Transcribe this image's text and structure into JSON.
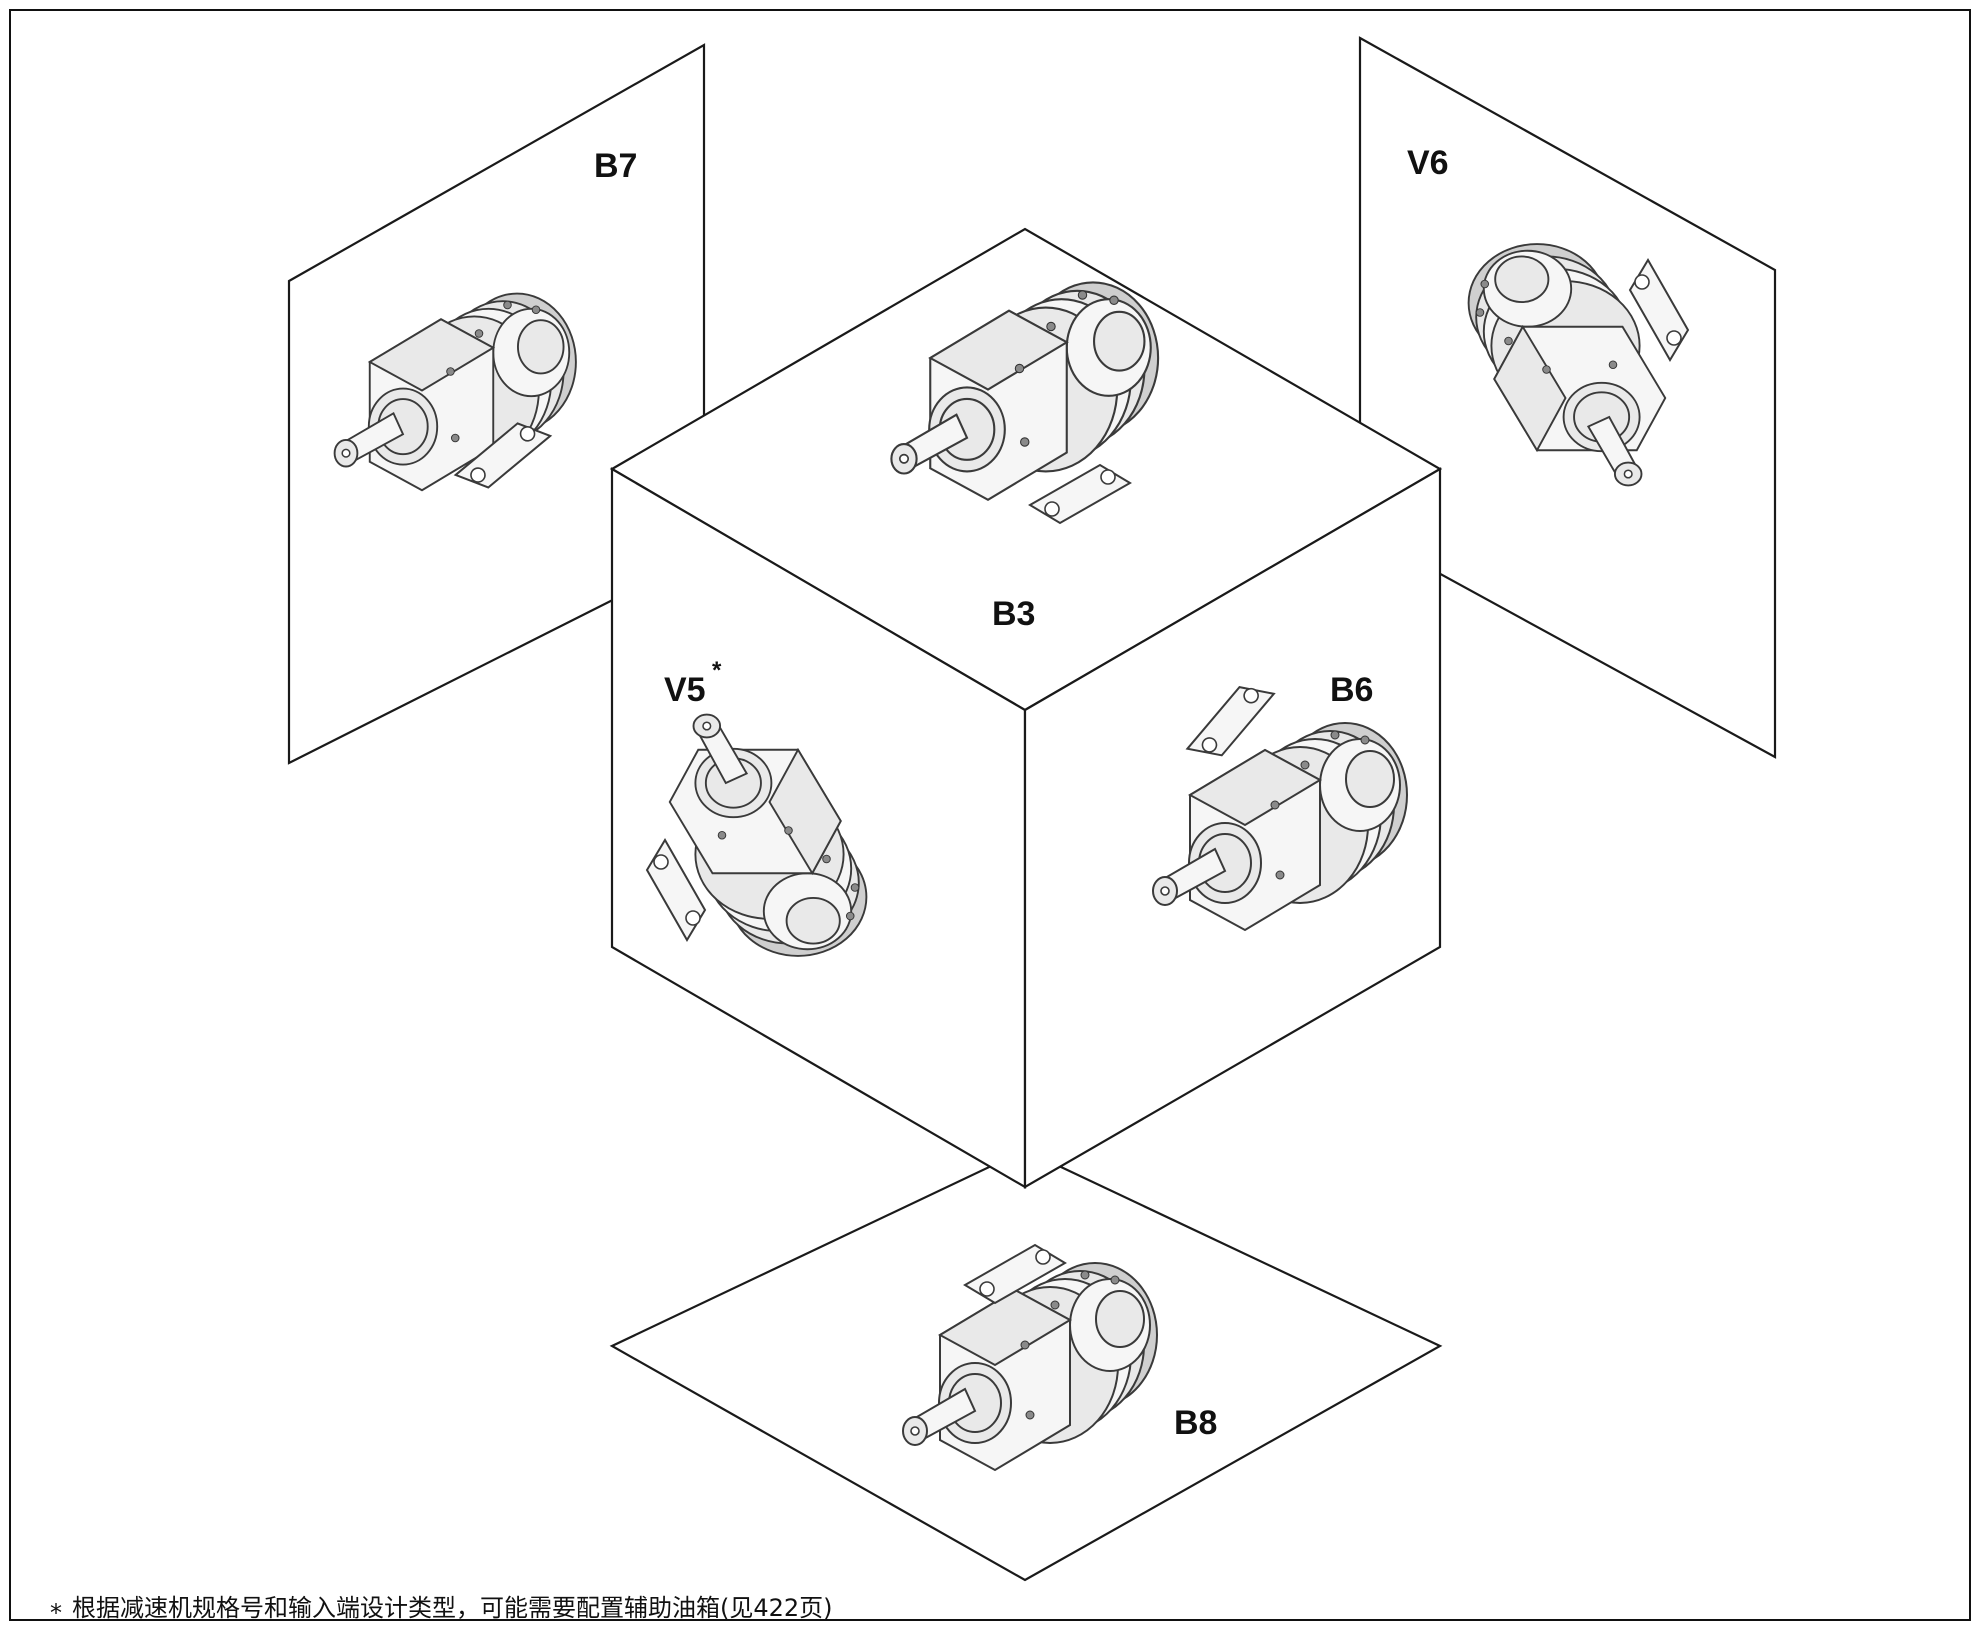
{
  "labels": {
    "b7": "B7",
    "v6": "V6",
    "b3": "B3",
    "v5": "V5",
    "v5_mark": "*",
    "b6": "B6",
    "b8": "B8"
  },
  "footnote": {
    "marker": "*",
    "text": "根据减速机规格号和输入端设计类型，可能需要配置辅助油箱(见422页)"
  }
}
